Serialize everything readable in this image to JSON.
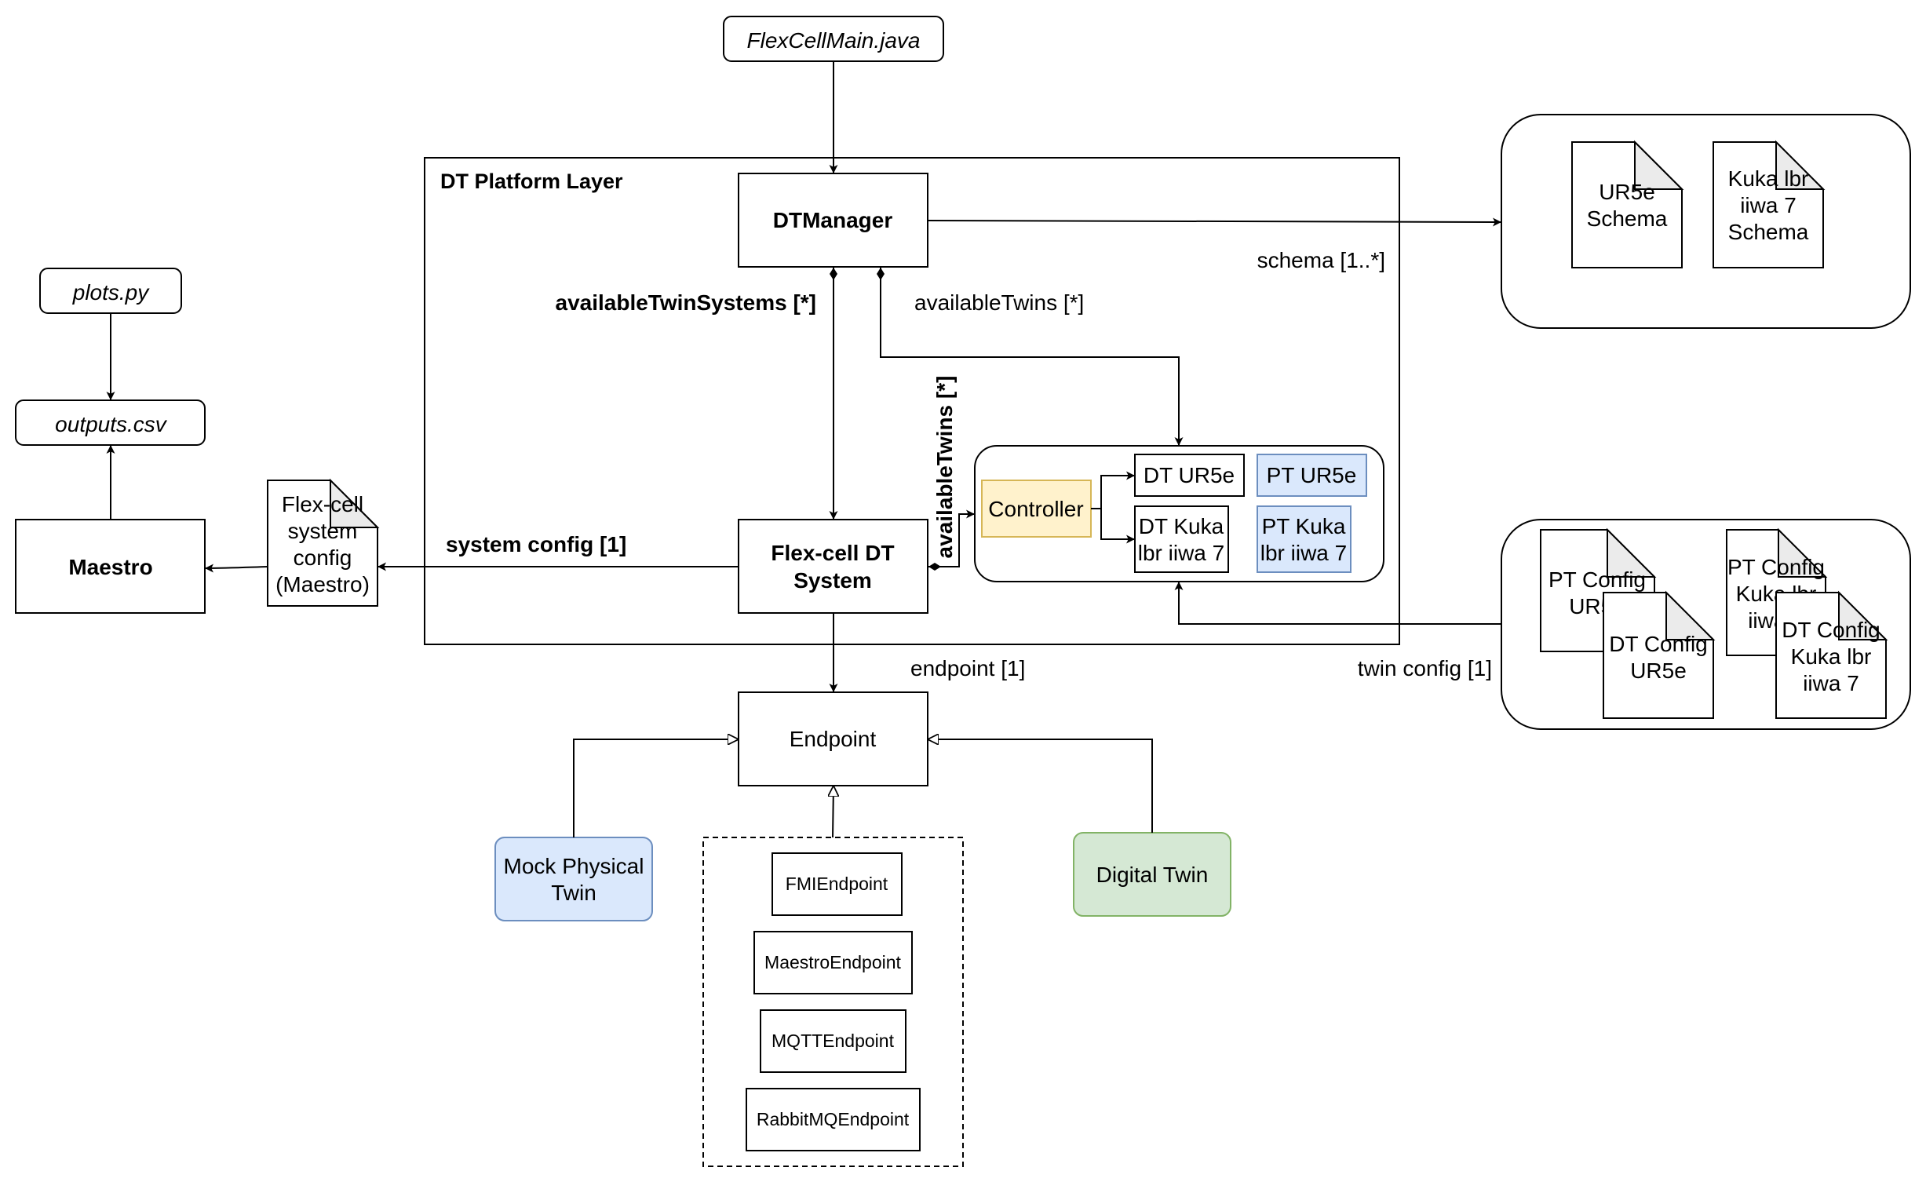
{
  "files": {
    "flexcell_main": "FlexCellMain.java",
    "plots": "plots.py",
    "outputs": "outputs.csv"
  },
  "platform": {
    "layer_title": "DT Platform Layer",
    "dt_manager": "DTManager",
    "flexcell_system": [
      "Flex-cell DT",
      "System"
    ]
  },
  "maestro": {
    "label": "Maestro",
    "config_doc": [
      "Flex-cell",
      "system",
      "config",
      "(Maestro)"
    ]
  },
  "edges": {
    "available_twin_systems": "availableTwinSystems [*]",
    "available_twins": "availableTwins [*]",
    "available_twins_vertical": "availableTwins [*]",
    "schema": "schema [1..*]",
    "system_config": "system config [1]",
    "endpoint": "endpoint [1]",
    "twin_config": "twin config [1]"
  },
  "twins": {
    "controller": "Controller",
    "dt_ur5e": "DT UR5e",
    "pt_ur5e": "PT UR5e",
    "dt_kuka": [
      "DT Kuka",
      "lbr iiwa 7"
    ],
    "pt_kuka": [
      "PT Kuka",
      "lbr iiwa 7"
    ]
  },
  "schemas": {
    "ur5e": [
      "UR5e",
      "Schema"
    ],
    "kuka": [
      "Kuka lbr",
      "iiwa 7",
      "Schema"
    ]
  },
  "configs": {
    "pt_ur5e": [
      "PT Config",
      "UR5e"
    ],
    "dt_ur5e": [
      "DT Config",
      "UR5e"
    ],
    "pt_kuka": [
      "PT Config",
      "Kuka lbr",
      "iiwa 7"
    ],
    "dt_kuka": [
      "DT Config",
      "Kuka lbr",
      "iiwa 7"
    ]
  },
  "endpoint": {
    "label": "Endpoint",
    "mock_physical_twin": [
      "Mock Physical",
      "Twin"
    ],
    "digital_twin": "Digital Twin",
    "implementations": [
      "FMIEndpoint",
      "MaestroEndpoint",
      "MQTTEndpoint",
      "RabbitMQEndpoint"
    ]
  },
  "colors": {
    "stroke": "#000000",
    "controller_fill": "#fff2cc",
    "controller_stroke": "#d6b656",
    "blue_fill": "#dae8fc",
    "blue_stroke": "#6c8ebf",
    "green_fill": "#d5e8d4",
    "green_stroke": "#82b366",
    "doc_fold": "#ebebeb"
  }
}
